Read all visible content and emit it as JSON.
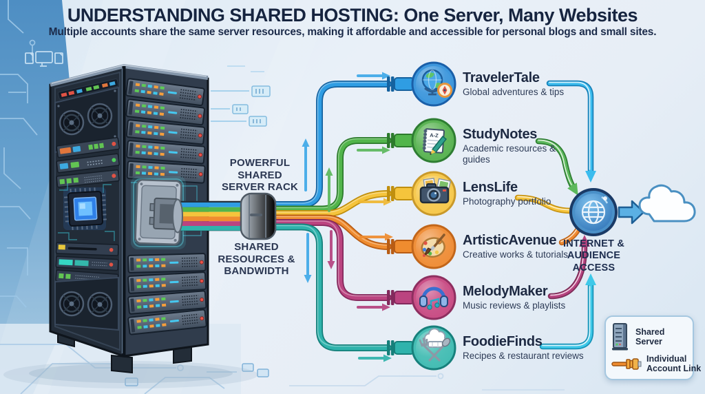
{
  "header": {
    "title": "UNDERSTANDING SHARED HOSTING: One Server, Many Websites",
    "subtitle": "Multiple accounts share the same server resources, making it affordable and accessible for personal blogs and small sites."
  },
  "server_rack": {
    "label_top": "POWERFUL SHARED SERVER RACK",
    "label_bottom": "SHARED RESOURCES & BANDWIDTH"
  },
  "websites": [
    {
      "name": "TravelerTale",
      "description": "Global adventures & tips",
      "icon": "globe-compass-icon",
      "cable_color": "#2f9de3"
    },
    {
      "name": "StudyNotes",
      "description": "Academic resources & guides",
      "icon": "notebook-pencil-icon",
      "icon_text": "A-Z",
      "cable_color": "#52b54b"
    },
    {
      "name": "LensLife",
      "description": "Photography portfolio",
      "icon": "camera-icon",
      "cable_color": "#f5c43c"
    },
    {
      "name": "ArtisticAvenue",
      "description": "Creative works & tutorials",
      "icon": "palette-icon",
      "cable_color": "#ef8c2f"
    },
    {
      "name": "MelodyMaker",
      "description": "Music reviews & playlists",
      "icon": "headphones-icon",
      "cable_color": "#bb4480"
    },
    {
      "name": "FoodieFinds",
      "description": "Recipes & restaurant reviews",
      "icon": "chef-hat-utensils-icon",
      "cable_color": "#2fb3ac"
    }
  ],
  "internet": {
    "label": "INTERNET & AUDIENCE ACCESS",
    "icon": "globe-grid-icon"
  },
  "cloud": {
    "icon": "cloud-icon"
  },
  "legend": {
    "items": [
      {
        "label": "Shared Server",
        "icon": "server-tower-icon"
      },
      {
        "label": "Individual Account Link",
        "icon": "cable-plug-icon"
      }
    ]
  },
  "colors": {
    "title_text": "#16243f",
    "internet_arrow": "#5bb0e4",
    "left_panel": "#4e8ec3"
  }
}
